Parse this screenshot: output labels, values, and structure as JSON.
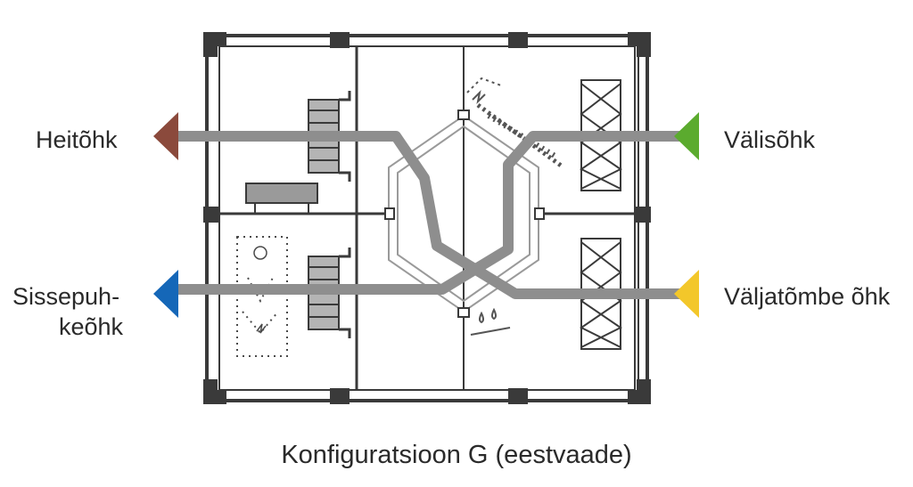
{
  "labels": {
    "exhaust": "Heitõhk",
    "supply_line1": "Sissepuh-",
    "supply_line2": "keõhk",
    "outdoor": "Välisõhk",
    "extract": "Väljatõmbe õhk"
  },
  "caption": "Konfiguratsioon G (eestvaade)",
  "colors": {
    "exhaust_arrow": "#8b4a3c",
    "supply_arrow": "#1567b8",
    "outdoor_arrow": "#5bab2e",
    "extract_arrow": "#f3c72a",
    "airflow_line": "#8e8e8e",
    "frame": "#3a3a3a"
  },
  "icons": [
    "fan-icon",
    "filter-icon",
    "heat-exchanger-icon",
    "heater-icon",
    "condensate-icon"
  ]
}
